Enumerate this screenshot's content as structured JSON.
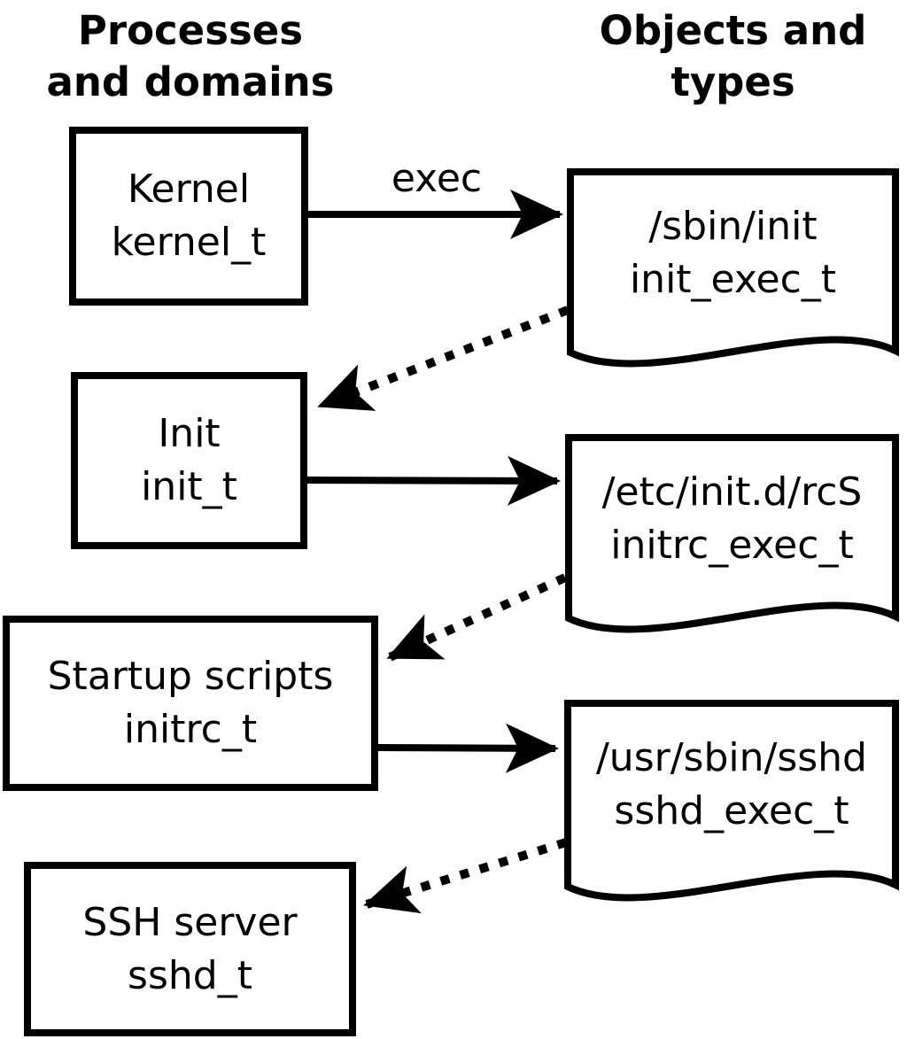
{
  "headers": {
    "left": {
      "line1": "Processes",
      "line2": "and domains"
    },
    "right": {
      "line1": "Objects and",
      "line2": "types"
    }
  },
  "domains": [
    {
      "label": "Kernel",
      "type": "kernel_t"
    },
    {
      "label": "Init",
      "type": "init_t"
    },
    {
      "label": "Startup scripts",
      "type": "initrc_t"
    },
    {
      "label": "SSH server",
      "type": "sshd_t"
    }
  ],
  "objects": [
    {
      "path": "/sbin/init",
      "type": "init_exec_t"
    },
    {
      "path": "/etc/init.d/rcS",
      "type": "initrc_exec_t"
    },
    {
      "path": "/usr/sbin/sshd",
      "type": "sshd_exec_t"
    }
  ],
  "edges": {
    "exec_label": "exec",
    "solid": [
      {
        "from": "kernel_t",
        "to": "/sbin/init",
        "label": "exec"
      },
      {
        "from": "init_t",
        "to": "/etc/init.d/rcS",
        "label": ""
      },
      {
        "from": "initrc_t",
        "to": "/usr/sbin/sshd",
        "label": ""
      }
    ],
    "dotted": [
      {
        "from": "/sbin/init",
        "to": "init_t"
      },
      {
        "from": "/etc/init.d/rcS",
        "to": "initrc_t"
      },
      {
        "from": "/usr/sbin/sshd",
        "to": "sshd_t"
      }
    ]
  },
  "colors": {
    "stroke": "#000000",
    "background": "#ffffff"
  }
}
